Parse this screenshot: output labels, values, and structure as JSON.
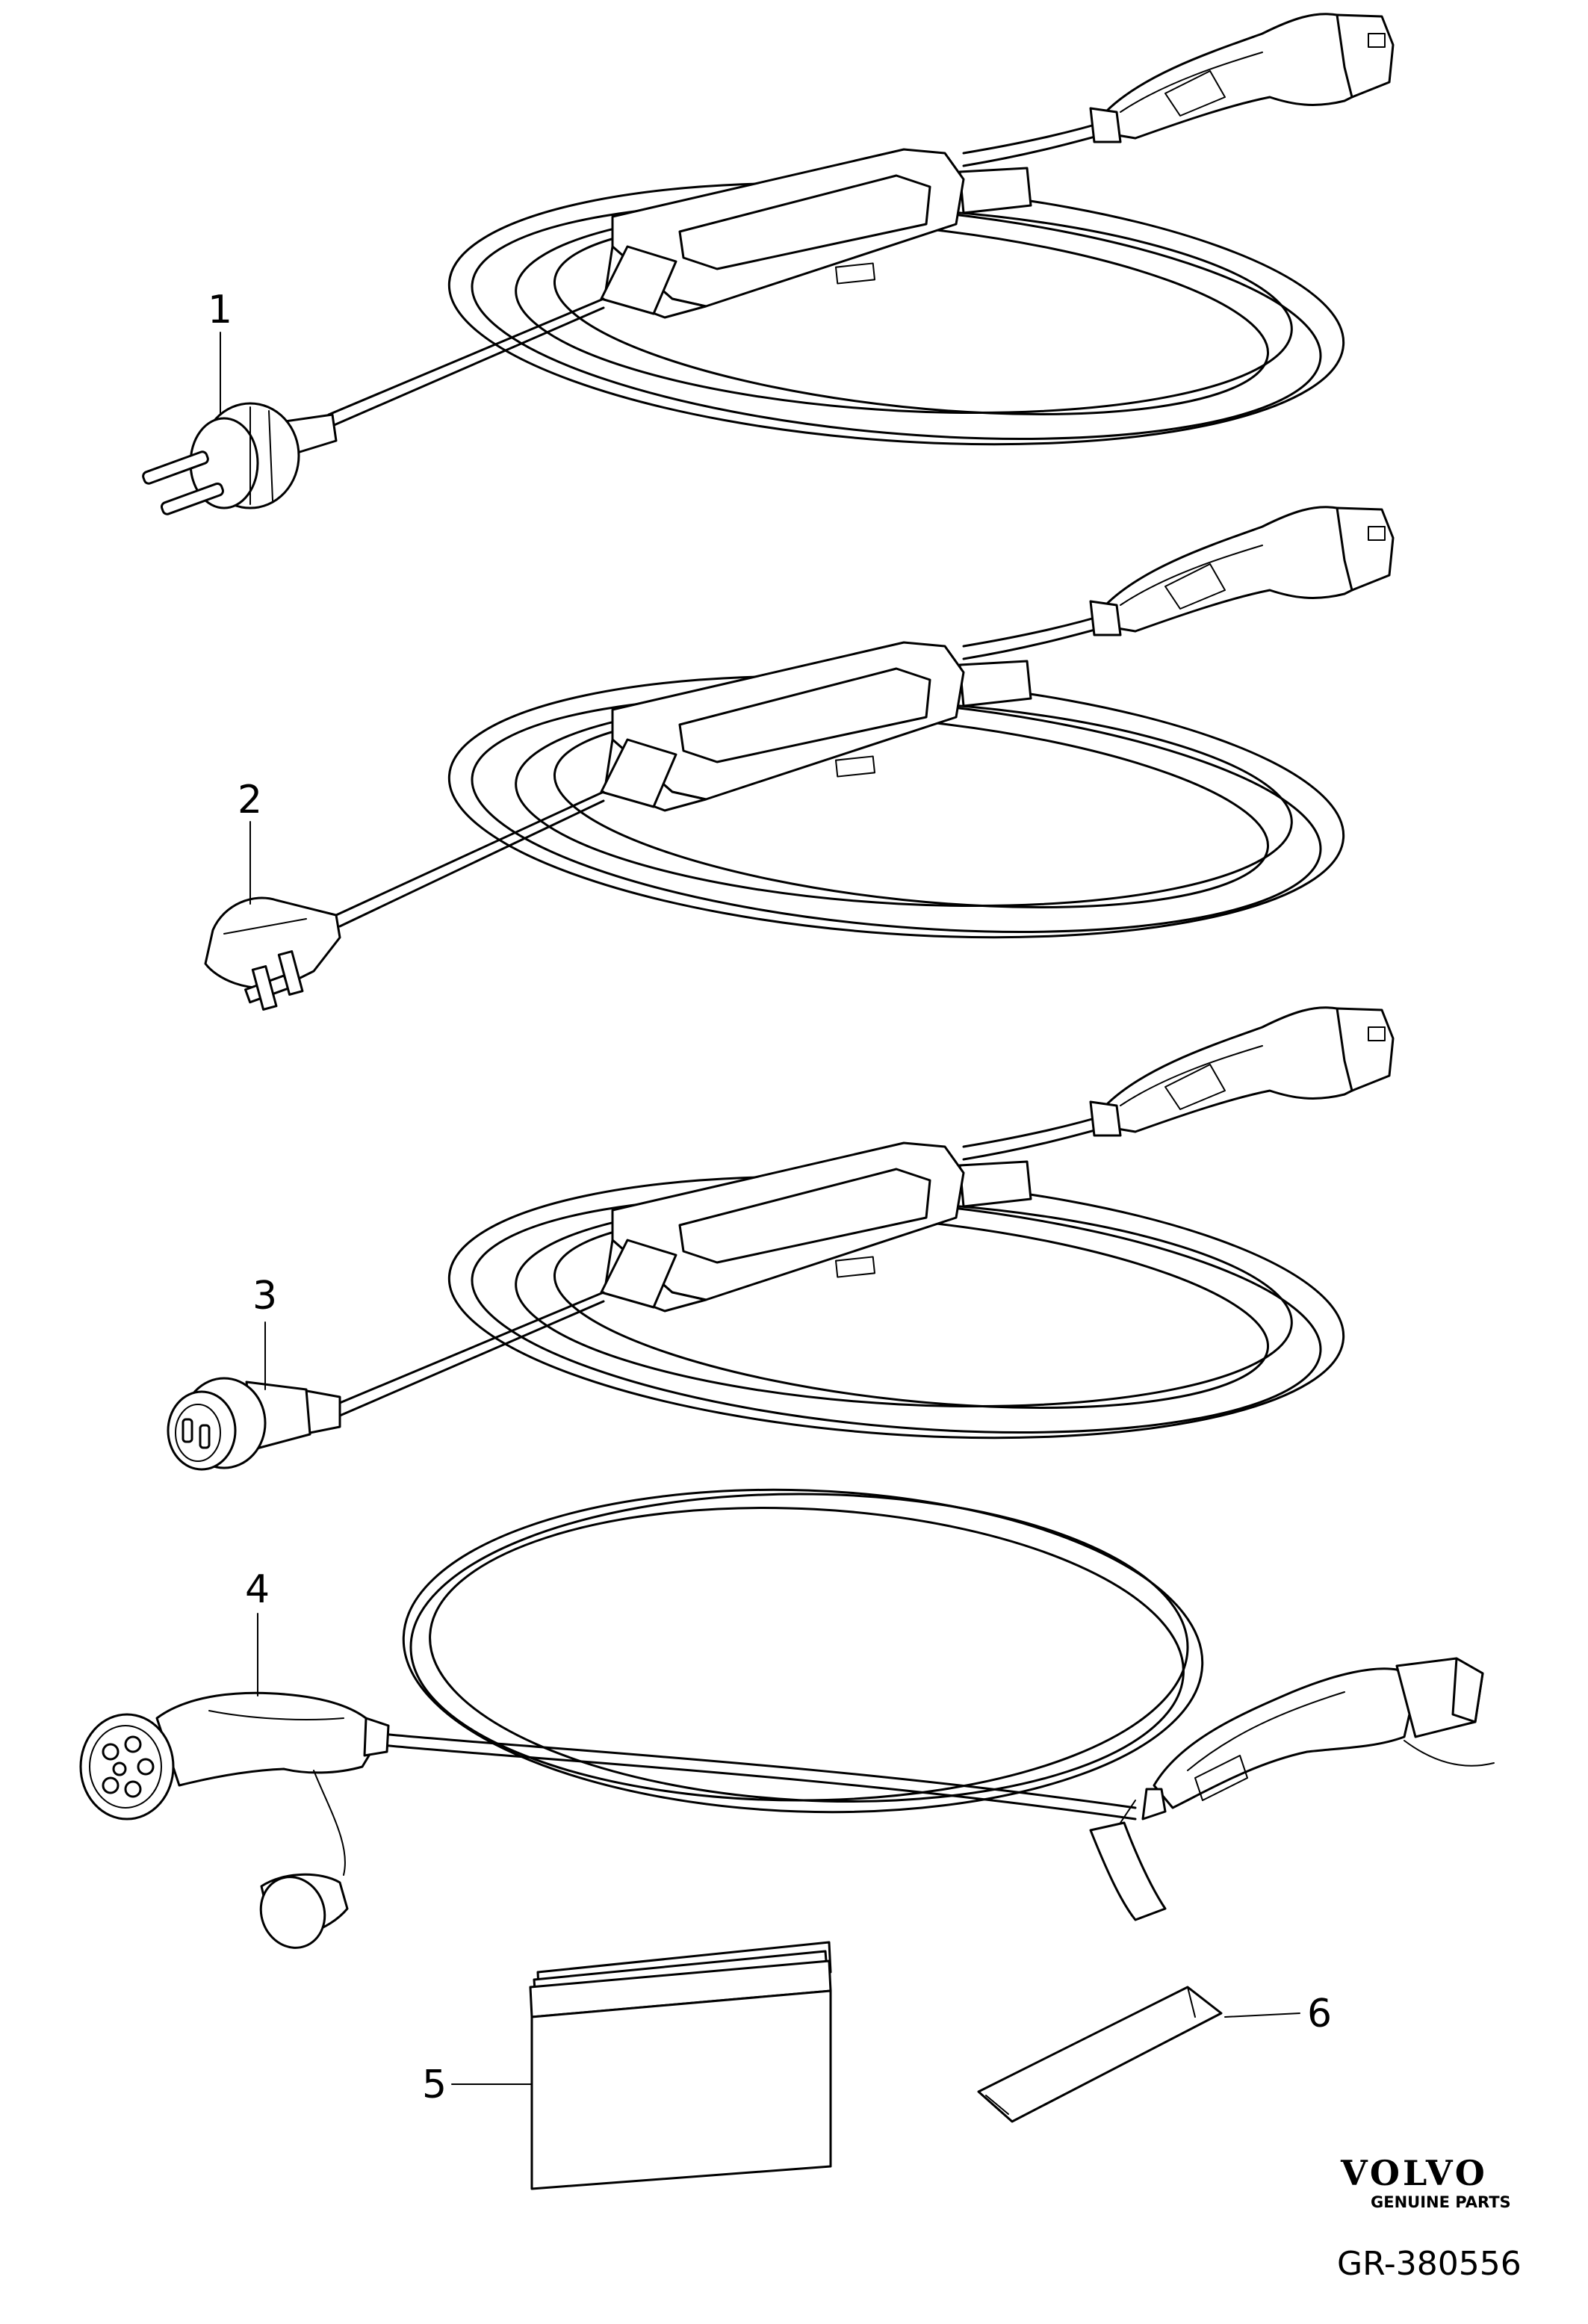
{
  "callouts": [
    {
      "label": "1"
    },
    {
      "label": "2"
    },
    {
      "label": "3"
    },
    {
      "label": "4"
    },
    {
      "label": "5"
    },
    {
      "label": "6"
    }
  ],
  "branding": {
    "logo_text": "VOLVO",
    "tagline": "GENUINE PARTS"
  },
  "figure_code": "GR-380556",
  "colors": {
    "line": "#000000",
    "background": "#ffffff"
  }
}
